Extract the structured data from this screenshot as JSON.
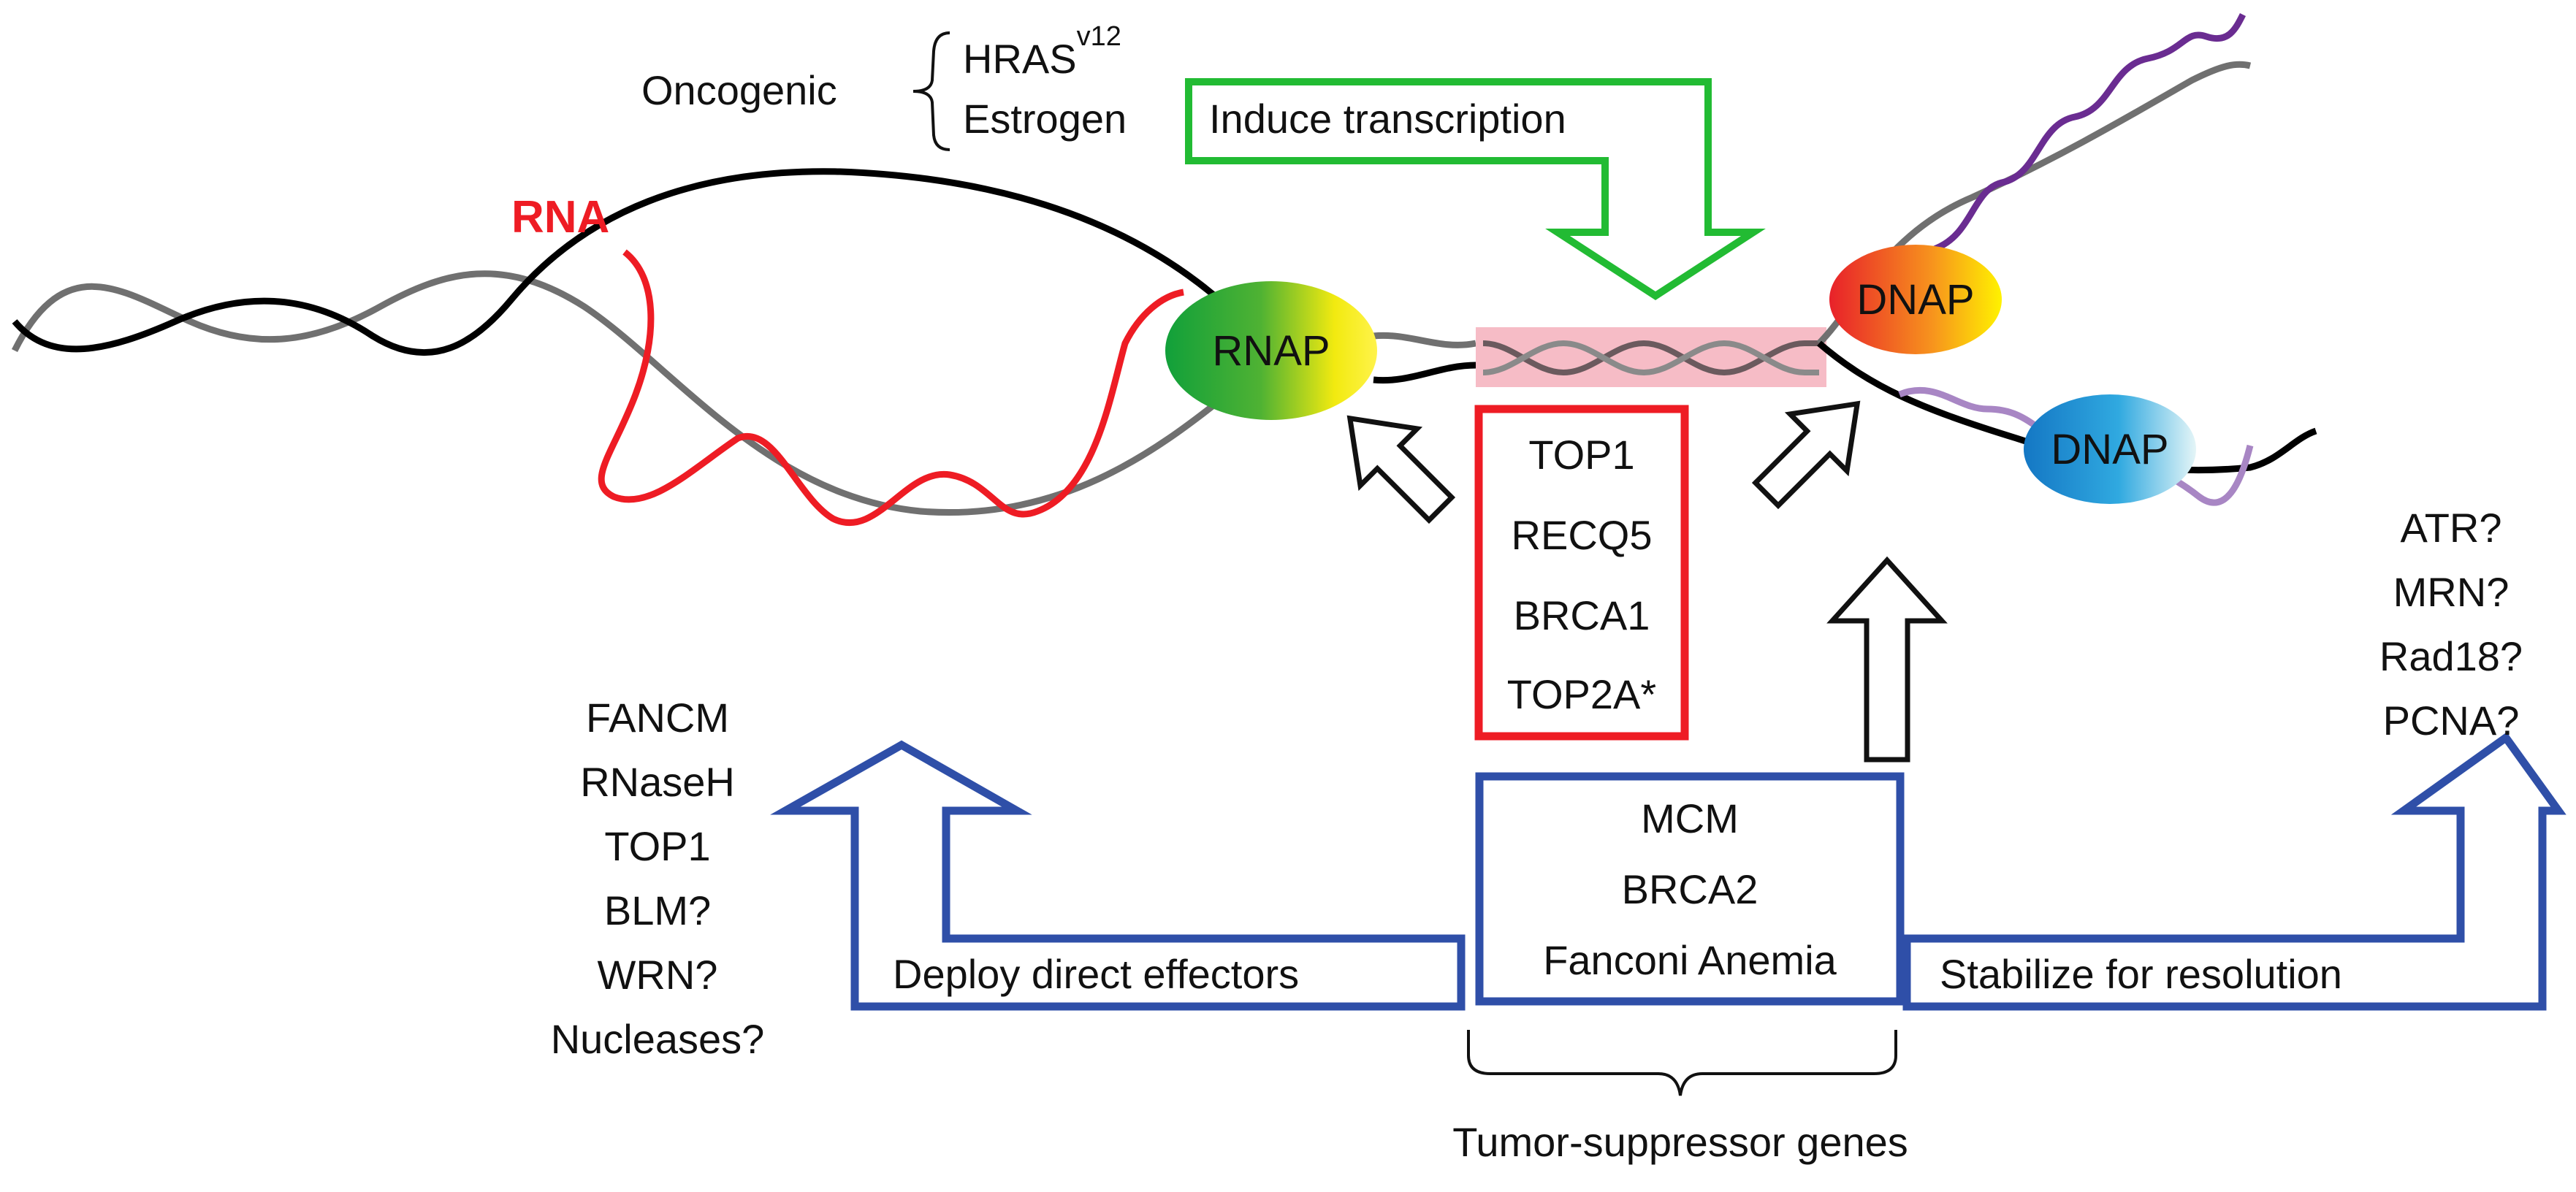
{
  "colors": {
    "rna": "#ee1c24",
    "green_arrow": "#22bb33",
    "blue": "#2f4fa8",
    "red_box": "#ee1c24",
    "pink_band": "#f6bcc6",
    "purple": "#6a2c91",
    "lilac": "#a886c4",
    "dark_strand": "#000000",
    "gray_strand": "#707070"
  },
  "oncogenic": {
    "label": "Oncogenic",
    "hras": "HRAS",
    "hras_sup": "v12",
    "estrogen": "Estrogen",
    "induce": "Induce transcription"
  },
  "rna_label": "RNA",
  "rnap_label": "RNAP",
  "dnap_top_label": "DNAP",
  "dnap_bottom_label": "DNAP",
  "red_box_items": [
    "TOP1",
    "RECQ5",
    "BRCA1",
    "TOP2A*"
  ],
  "blue_box_items": [
    "MCM",
    "BRCA2",
    "Fanconi Anemia"
  ],
  "left_effectors": [
    "FANCM",
    "RNaseH",
    "TOP1",
    "BLM?",
    "WRN?",
    "Nucleases?"
  ],
  "right_factors": [
    "ATR?",
    "MRN?",
    "Rad18?",
    "PCNA?"
  ],
  "deploy_label": "Deploy direct effectors",
  "stabilize_label": "Stabilize for resolution",
  "tumor_label": "Tumor-suppressor genes"
}
